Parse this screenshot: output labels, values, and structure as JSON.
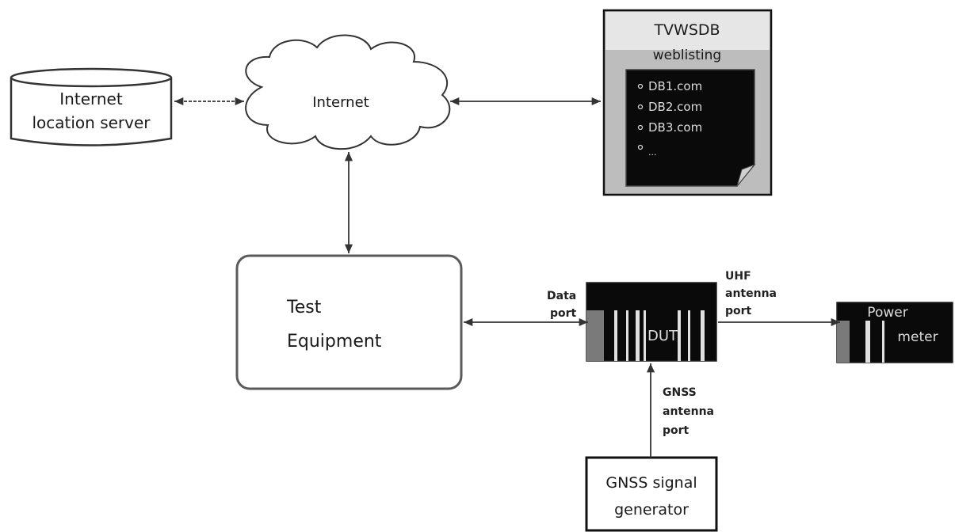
{
  "location_server": {
    "line1": "Internet",
    "line2": "location server"
  },
  "internet": {
    "label": "Internet"
  },
  "tvwsdb": {
    "title": "TVWSDB",
    "subtitle": "weblisting",
    "items": [
      "DB1.com",
      "DB2.com",
      "DB3.com",
      "..."
    ]
  },
  "test_equipment": {
    "line1": "Test",
    "line2": "Equipment"
  },
  "dut": {
    "label": "DUT",
    "data_port": {
      "line1": "Data",
      "line2": "port"
    },
    "uhf_port": {
      "line1": "UHF",
      "line2": "antenna",
      "line3": "port"
    },
    "gnss_port": {
      "line1": "GNSS",
      "line2": "antenna",
      "line3": "port"
    }
  },
  "power_meter": {
    "line1": "Power",
    "line2": "meter"
  },
  "gnss_generator": {
    "line1": "GNSS signal",
    "line2": "generator"
  },
  "colors": {
    "line": "#333333",
    "box_border": "#5a5a5a",
    "dark_fill": "#0a0a0a",
    "panel_gray": "#bdbdbd",
    "title_gray": "#e6e6e6"
  }
}
